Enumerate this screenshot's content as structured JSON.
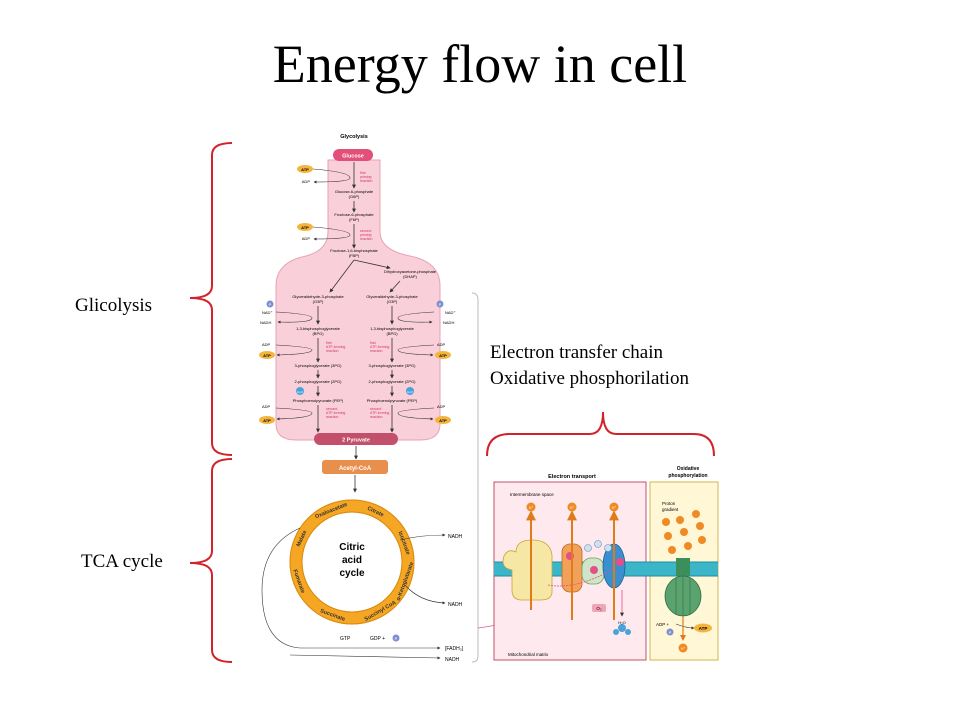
{
  "slide": {
    "title": "Energy flow in cell",
    "labels": {
      "glycolysis": "Glicolysis",
      "tca": "TCA cycle",
      "et_line1": "Electron transfer chain",
      "et_line2": "Oxidative phosphorilation"
    },
    "colors": {
      "bracket": "#d2232a",
      "pink": "#f9cfd9",
      "orange": "#f5a623",
      "membrane": "#3bb6c9"
    }
  },
  "glycolysis": {
    "heading": "Glycolysis",
    "glucose": "Glucose",
    "g6p": "Glucose-6-phosphate",
    "g6p_abbr": "(G6P)",
    "f6p": "Fructose-6-phosphate",
    "f6p_abbr": "(F6P)",
    "fbp": "Fructose-1,6-bisphosphate",
    "fbp_abbr": "(FBP)",
    "dhap": "Dihydroxyacetone-phosphate",
    "dhap_abbr": "(DHAP)",
    "gap": "Glyceraldehyde-3-phosphate",
    "gap_abbr": "(G3P)",
    "bpg": "1,3-bisphosphoglycerate",
    "bpg_abbr": "(BPG)",
    "pg3": "3-phosphoglycerate (3PG)",
    "pg2": "2-phosphoglycerate (2PG)",
    "pep": "Phosphoenolpyruvate (PEP)",
    "pyruvate": "2 Pyruvate",
    "atp": "ATP",
    "adp": "ADP",
    "nad": "NAD⁺",
    "nadh": "NADH",
    "p": "P",
    "h2o": "H₂O",
    "first_priming": [
      "first",
      "priming",
      "reaction"
    ],
    "second_priming": [
      "second",
      "priming",
      "reaction"
    ],
    "first_atp": [
      "first",
      "ATP-forming",
      "reaction"
    ],
    "second_atp": [
      "second",
      "ATP-forming",
      "reaction"
    ]
  },
  "tca": {
    "acetyl": "Acetyl-CoA",
    "center": [
      "Citric",
      "acid",
      "cycle"
    ],
    "intermediates": [
      "Citrate",
      "Isocitrate",
      "α-Ketoglutarate",
      "Succinyl CoA",
      "Succinate",
      "Fumarate",
      "Malate",
      "Oxaloacetate"
    ],
    "nadh": "NADH",
    "gtp": "GTP",
    "gdp": "GDP +",
    "fadh": "[FADH₂]"
  },
  "etc": {
    "electron_transport": "Electron transport",
    "oxidative": [
      "Oxidative",
      "phosphorylation"
    ],
    "intermembrane": "Intermembrane space",
    "matrix": "Mitochondrial matrix",
    "proton": [
      "Proton",
      "gradient"
    ],
    "hplus": "H⁺",
    "o2": "O₂",
    "h2o": "H₂O",
    "adp": "ADP +",
    "atp": "ATP"
  }
}
